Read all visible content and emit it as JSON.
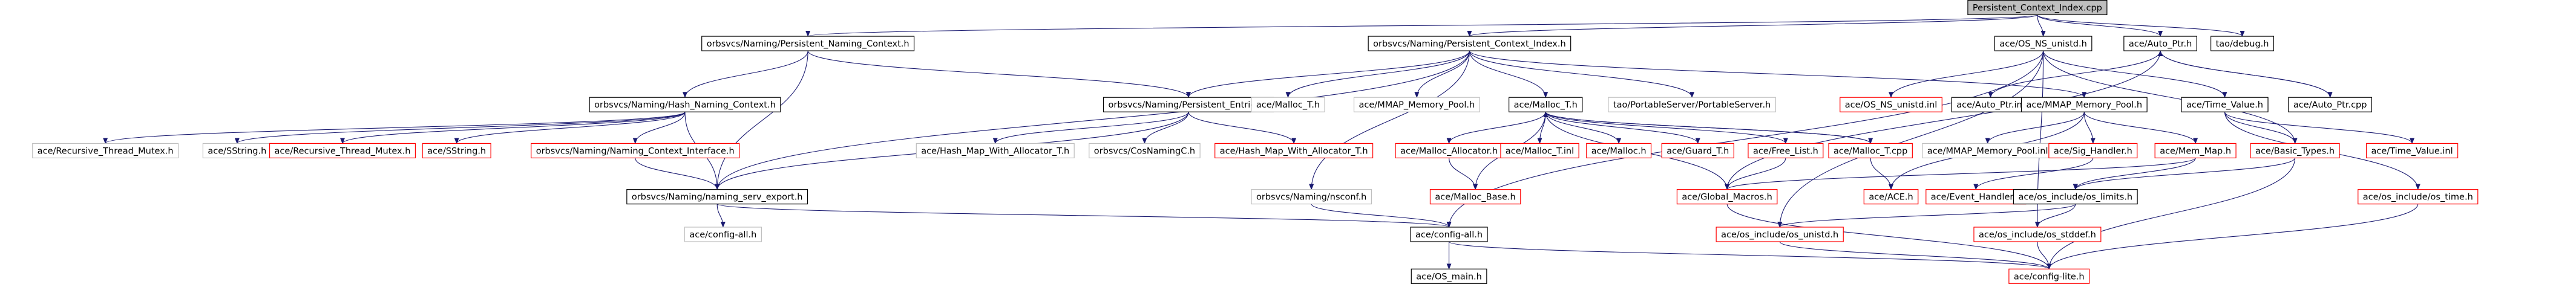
{
  "diagram": {
    "nodes": [
      {
        "id": "root",
        "label": "Persistent_Context_Index.cpp",
        "style": "root"
      },
      {
        "id": "pnc_h",
        "label": "orbsvcs/Naming/Persistent_Naming_Context.h",
        "style": "doc"
      },
      {
        "id": "pci_h",
        "label": "orbsvcs/Naming/Persistent_Context_Index.h",
        "style": "doc"
      },
      {
        "id": "os_ns_unistd_h",
        "label": "ace/OS_NS_unistd.h",
        "style": "doc"
      },
      {
        "id": "auto_ptr_h",
        "label": "ace/Auto_Ptr.h",
        "style": "doc"
      },
      {
        "id": "tao_debug_h",
        "label": "tao/debug.h",
        "style": "doc"
      },
      {
        "id": "hash_naming_h",
        "label": "orbsvcs/Naming/Hash_Naming_Context.h",
        "style": "doc"
      },
      {
        "id": "persistent_entries_h",
        "label": "orbsvcs/Naming/Persistent_Entries.h",
        "style": "doc"
      },
      {
        "id": "malloc_t_h_plain",
        "label": "ace/Malloc_T.h",
        "style": "plain"
      },
      {
        "id": "mmap_pool_h_plain",
        "label": "ace/MMAP_Memory_Pool.h",
        "style": "plain"
      },
      {
        "id": "malloc_t_h",
        "label": "ace/Malloc_T.h",
        "style": "doc"
      },
      {
        "id": "portable_server_h",
        "label": "tao/PortableServer/PortableServer.h",
        "style": "plain"
      },
      {
        "id": "os_ns_unistd_inl",
        "label": "ace/OS_NS_unistd.inl",
        "style": "missing"
      },
      {
        "id": "auto_ptr_inl",
        "label": "ace/Auto_Ptr.inl",
        "style": "doc"
      },
      {
        "id": "mmap_pool_h",
        "label": "ace/MMAP_Memory_Pool.h",
        "style": "doc"
      },
      {
        "id": "time_value_h",
        "label": "ace/Time_Value.h",
        "style": "doc"
      },
      {
        "id": "auto_ptr_cpp",
        "label": "ace/Auto_Ptr.cpp",
        "style": "doc"
      },
      {
        "id": "recursive_mutex_plain",
        "label": "ace/Recursive_Thread_Mutex.h",
        "style": "plain"
      },
      {
        "id": "sstring_plain",
        "label": "ace/SString.h",
        "style": "plain"
      },
      {
        "id": "recursive_mutex_red",
        "label": "ace/Recursive_Thread_Mutex.h",
        "style": "missing"
      },
      {
        "id": "sstring_red",
        "label": "ace/SString.h",
        "style": "missing"
      },
      {
        "id": "nc_interface_h",
        "label": "orbsvcs/Naming/Naming_Context_Interface.h",
        "style": "missing"
      },
      {
        "id": "hash_map_alloc_t_plain",
        "label": "ace/Hash_Map_With_Allocator_T.h",
        "style": "plain"
      },
      {
        "id": "cosnaming_c_h",
        "label": "orbsvcs/CosNamingC.h",
        "style": "plain"
      },
      {
        "id": "hash_map_alloc_t_red",
        "label": "ace/Hash_Map_With_Allocator_T.h",
        "style": "missing"
      },
      {
        "id": "malloc_allocator_h",
        "label": "ace/Malloc_Allocator.h",
        "style": "missing"
      },
      {
        "id": "malloc_t_i",
        "label": "ace/Malloc_T.inl",
        "style": "missing"
      },
      {
        "id": "malloc_h",
        "label": "ace/Malloc.h",
        "style": "missing"
      },
      {
        "id": "guard_t_h",
        "label": "ace/Guard_T.h",
        "style": "missing"
      },
      {
        "id": "free_list_h",
        "label": "ace/Free_List.h",
        "style": "missing"
      },
      {
        "id": "malloc_t_cpp",
        "label": "ace/Malloc_T.cpp",
        "style": "missing"
      },
      {
        "id": "mmap_pool_inl",
        "label": "ace/MMAP_Memory_Pool.inl",
        "style": "plain"
      },
      {
        "id": "sig_handler_h",
        "label": "ace/Sig_Handler.h",
        "style": "missing"
      },
      {
        "id": "mem_map_h",
        "label": "ace/Mem_Map.h",
        "style": "missing"
      },
      {
        "id": "basic_types_h",
        "label": "ace/Basic_Types.h",
        "style": "missing"
      },
      {
        "id": "time_value_inl",
        "label": "ace/Time_Value.inl",
        "style": "missing"
      },
      {
        "id": "naming_serv_export_h",
        "label": "orbsvcs/Naming/naming_serv_export.h",
        "style": "doc"
      },
      {
        "id": "nsconf_h",
        "label": "orbsvcs/Naming/nsconf.h",
        "style": "plain"
      },
      {
        "id": "malloc_base_h",
        "label": "ace/Malloc_Base.h",
        "style": "missing"
      },
      {
        "id": "global_macros_h",
        "label": "ace/Global_Macros.h",
        "style": "missing"
      },
      {
        "id": "ace_h",
        "label": "ace/ACE.h",
        "style": "missing"
      },
      {
        "id": "event_handler_h",
        "label": "ace/Event_Handler.h",
        "style": "missing"
      },
      {
        "id": "os_limits_h",
        "label": "ace/os_include/os_limits.h",
        "style": "doc"
      },
      {
        "id": "os_time_h",
        "label": "ace/os_include/os_time.h",
        "style": "missing"
      },
      {
        "id": "config_all_plain",
        "label": "ace/config-all.h",
        "style": "plain"
      },
      {
        "id": "config_all_h",
        "label": "ace/config-all.h",
        "style": "doc"
      },
      {
        "id": "os_unistd_h",
        "label": "ace/os_include/os_unistd.h",
        "style": "missing"
      },
      {
        "id": "os_stddef_h",
        "label": "ace/os_include/os_stddef.h",
        "style": "missing"
      },
      {
        "id": "os_main_h",
        "label": "ace/OS_main.h",
        "style": "doc"
      },
      {
        "id": "config_lite_h",
        "label": "ace/config-lite.h",
        "style": "missing"
      }
    ],
    "edges": [
      [
        "root",
        "pnc_h"
      ],
      [
        "root",
        "pci_h"
      ],
      [
        "root",
        "os_ns_unistd_h"
      ],
      [
        "root",
        "auto_ptr_h"
      ],
      [
        "root",
        "tao_debug_h"
      ],
      [
        "pnc_h",
        "hash_naming_h"
      ],
      [
        "pnc_h",
        "persistent_entries_h"
      ],
      [
        "pnc_h",
        "naming_serv_export_h"
      ],
      [
        "pci_h",
        "malloc_t_h_plain"
      ],
      [
        "pci_h",
        "mmap_pool_h_plain"
      ],
      [
        "pci_h",
        "malloc_t_h"
      ],
      [
        "pci_h",
        "portable_server_h"
      ],
      [
        "pci_h",
        "persistent_entries_h"
      ],
      [
        "pci_h",
        "naming_serv_export_h"
      ],
      [
        "pci_h",
        "mmap_pool_h"
      ],
      [
        "pci_h",
        "nsconf_h"
      ],
      [
        "os_ns_unistd_h",
        "os_ns_unistd_inl"
      ],
      [
        "os_ns_unistd_h",
        "basic_types_h"
      ],
      [
        "os_ns_unistd_h",
        "os_unistd_h"
      ],
      [
        "os_ns_unistd_h",
        "os_stddef_h"
      ],
      [
        "os_ns_unistd_h",
        "config_all_h"
      ],
      [
        "os_ns_unistd_h",
        "time_value_h"
      ],
      [
        "auto_ptr_h",
        "auto_ptr_inl"
      ],
      [
        "auto_ptr_h",
        "auto_ptr_cpp"
      ],
      [
        "auto_ptr_h",
        "global_macros_h"
      ],
      [
        "auto_ptr_cpp",
        "auto_ptr_h"
      ],
      [
        "hash_naming_h",
        "recursive_mutex_plain"
      ],
      [
        "hash_naming_h",
        "sstring_plain"
      ],
      [
        "hash_naming_h",
        "recursive_mutex_red"
      ],
      [
        "hash_naming_h",
        "sstring_red"
      ],
      [
        "hash_naming_h",
        "nc_interface_h"
      ],
      [
        "hash_naming_h",
        "naming_serv_export_h"
      ],
      [
        "nc_interface_h",
        "naming_serv_export_h"
      ],
      [
        "persistent_entries_h",
        "hash_map_alloc_t_plain"
      ],
      [
        "persistent_entries_h",
        "cosnaming_c_h"
      ],
      [
        "persistent_entries_h",
        "hash_map_alloc_t_red"
      ],
      [
        "persistent_entries_h",
        "naming_serv_export_h"
      ],
      [
        "malloc_t_h",
        "malloc_allocator_h"
      ],
      [
        "malloc_t_h",
        "malloc_t_i"
      ],
      [
        "malloc_t_h",
        "malloc_h"
      ],
      [
        "malloc_t_h",
        "guard_t_h"
      ],
      [
        "malloc_t_h",
        "free_list_h"
      ],
      [
        "malloc_t_h",
        "malloc_t_cpp"
      ],
      [
        "malloc_t_h",
        "malloc_base_h"
      ],
      [
        "malloc_t_h",
        "global_macros_h"
      ],
      [
        "malloc_allocator_h",
        "malloc_base_h"
      ],
      [
        "free_list_h",
        "global_macros_h"
      ],
      [
        "malloc_t_cpp",
        "malloc_t_h"
      ],
      [
        "malloc_t_cpp",
        "ace_h"
      ],
      [
        "mmap_pool_h",
        "mmap_pool_inl"
      ],
      [
        "mmap_pool_h",
        "sig_handler_h"
      ],
      [
        "mmap_pool_h",
        "mem_map_h"
      ],
      [
        "mmap_pool_h",
        "ace_h"
      ],
      [
        "sig_handler_h",
        "event_handler_h"
      ],
      [
        "mem_map_h",
        "global_macros_h"
      ],
      [
        "mem_map_h",
        "os_limits_h"
      ],
      [
        "time_value_h",
        "basic_types_h"
      ],
      [
        "time_value_h",
        "time_value_inl"
      ],
      [
        "time_value_h",
        "os_time_h"
      ],
      [
        "basic_types_h",
        "os_limits_h"
      ],
      [
        "basic_types_h",
        "config_lite_h"
      ],
      [
        "naming_serv_export_h",
        "config_all_plain"
      ],
      [
        "naming_serv_export_h",
        "config_all_h"
      ],
      [
        "nsconf_h",
        "config_all_h"
      ],
      [
        "os_limits_h",
        "os_unistd_h"
      ],
      [
        "os_limits_h",
        "os_stddef_h"
      ],
      [
        "config_all_h",
        "os_main_h"
      ],
      [
        "config_all_h",
        "config_lite_h"
      ],
      [
        "os_unistd_h",
        "config_lite_h"
      ],
      [
        "os_stddef_h",
        "config_lite_h"
      ],
      [
        "os_time_h",
        "config_lite_h"
      ],
      [
        "global_macros_h",
        "config_lite_h"
      ]
    ],
    "colors": {
      "edge": "#191970",
      "doc_border": "#000000",
      "missing_border": "#ff0000",
      "plain_border": "#bfbfbf",
      "root_fill": "#bfbfbf"
    }
  }
}
